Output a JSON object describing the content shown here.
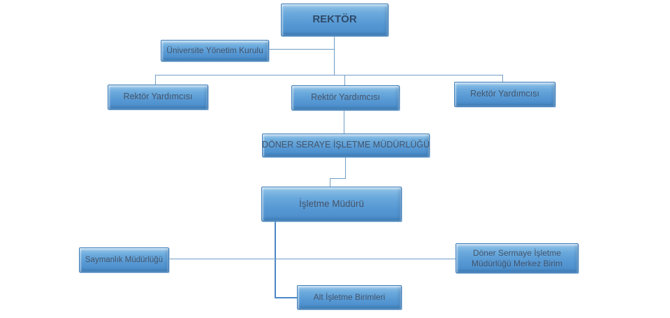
{
  "colors": {
    "background": "#ffffff",
    "box_fill_top": "#93c4e8",
    "box_fill_bottom": "#4a8dca",
    "box_border": "#3f7db8",
    "connector": "#6f9dc6",
    "trunk_connector": "#4d88c6",
    "title_text": "#2e4a68",
    "box_text": "#44546a"
  },
  "org_chart": {
    "type": "organizational-chart",
    "nodes": [
      {
        "id": "rektor",
        "label": "REKTÖR"
      },
      {
        "id": "kurulu",
        "label": "Üniversite Yönetim Kurulu"
      },
      {
        "id": "ry1",
        "label": "Rektör Yardımcısı"
      },
      {
        "id": "ry2",
        "label": "Rektör Yardımcısı"
      },
      {
        "id": "ry3",
        "label": "Rektör Yardımcısı"
      },
      {
        "id": "doner",
        "label": "DÖNER SERAYE İŞLETME MÜDÜRLÜĞÜ"
      },
      {
        "id": "isletme",
        "label": "İşletme Müdürü"
      },
      {
        "id": "saymanlik",
        "label": "Saymanlık Müdürlüğü"
      },
      {
        "id": "merkez",
        "label": "Döner Sermaye İşletme Müdürlüğü Merkez Birim"
      },
      {
        "id": "alt",
        "label": "Alt İşletme Birimleri"
      }
    ],
    "edges": [
      {
        "from": "rektor",
        "to": "kurulu"
      },
      {
        "from": "rektor",
        "to": "ry1"
      },
      {
        "from": "rektor",
        "to": "ry2"
      },
      {
        "from": "rektor",
        "to": "ry3"
      },
      {
        "from": "ry2",
        "to": "doner"
      },
      {
        "from": "doner",
        "to": "isletme"
      },
      {
        "from": "isletme",
        "to": "saymanlik"
      },
      {
        "from": "isletme",
        "to": "merkez"
      },
      {
        "from": "isletme",
        "to": "alt"
      }
    ]
  }
}
